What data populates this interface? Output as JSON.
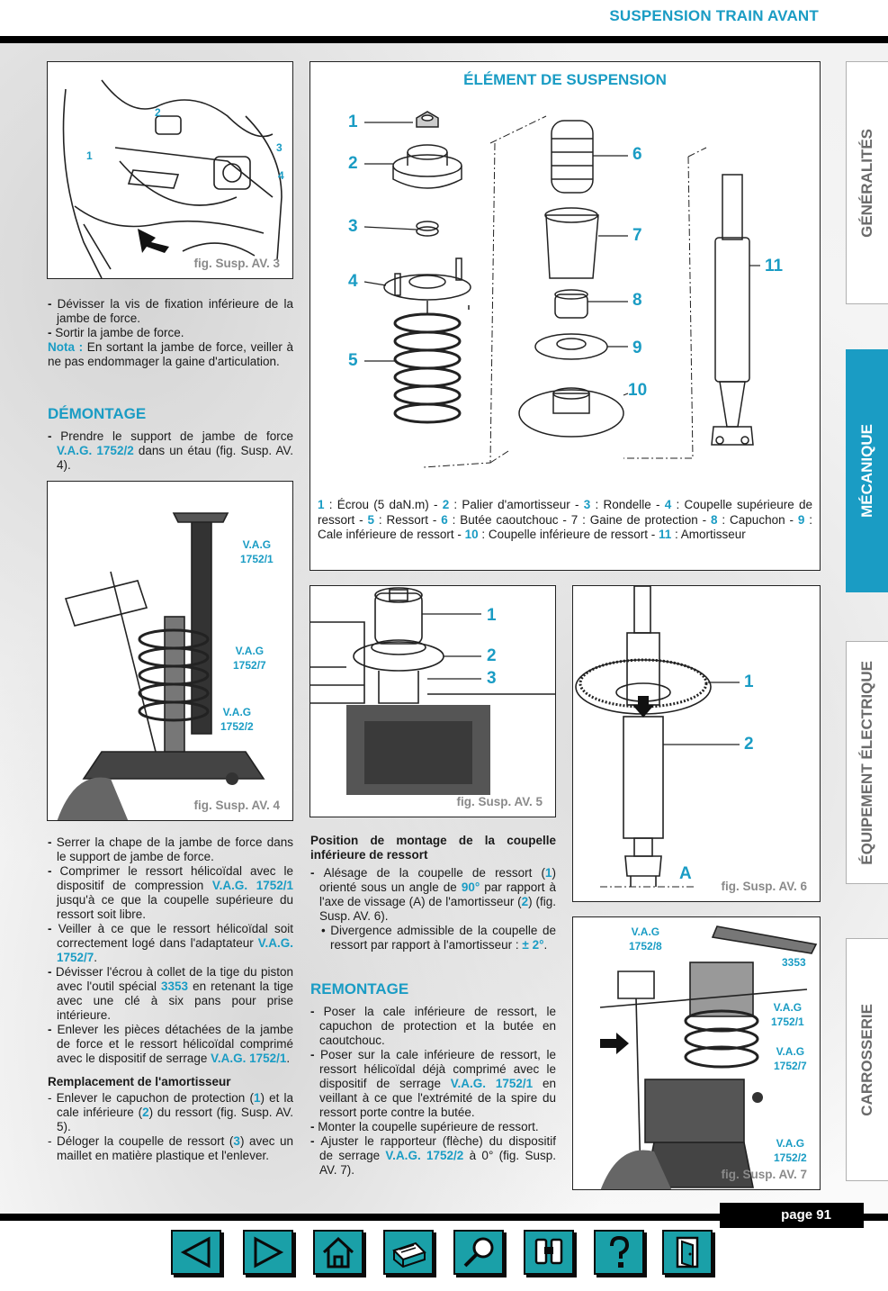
{
  "header": {
    "title": "SUSPENSION TRAIN AVANT"
  },
  "page": {
    "label": "page 91"
  },
  "side_tabs": [
    {
      "label": "GÉNÉRALITÉS",
      "active": false
    },
    {
      "label": "MÉCANIQUE",
      "active": true
    },
    {
      "label": "ÉQUIPEMENT ÉLECTRIQUE",
      "active": false
    },
    {
      "label": "CARROSSERIE",
      "active": false
    }
  ],
  "fig3": {
    "caption": "fig. Susp. AV. 3",
    "labels": [
      "1",
      "2",
      "3",
      "4"
    ]
  },
  "fig4": {
    "caption": "fig. Susp. AV. 4",
    "labels": [
      "V.A.G 1752/1",
      "V.A.G 1752/7",
      "V.A.G 1752/2"
    ]
  },
  "fig5": {
    "caption": "fig. Susp. AV. 5",
    "labels": [
      "1",
      "2",
      "3"
    ]
  },
  "fig6": {
    "caption": "fig. Susp. AV. 6",
    "labels": [
      "1",
      "2",
      "A"
    ]
  },
  "fig7": {
    "caption": "fig. Susp. AV. 7",
    "labels": [
      "V.A.G 1752/8",
      "3353",
      "V.A.G 1752/1",
      "V.A.G 1752/7",
      "V.A.G 1752/2"
    ]
  },
  "exploded": {
    "title": "ÉLÉMENT DE SUSPENSION",
    "numbers": [
      "1",
      "2",
      "3",
      "4",
      "5",
      "6",
      "7",
      "8",
      "9",
      "10",
      "11"
    ],
    "legend": [
      {
        "num": "1",
        "text": " : Écrou (5 daN.m) - "
      },
      {
        "num": "2",
        "text": " : Palier d'amortisseur - "
      },
      {
        "num": "3",
        "text": " : Rondelle - "
      },
      {
        "num": "4",
        "text": " : Coupelle supérieure de ressort - "
      },
      {
        "num": "5",
        "text": " : Ressort - "
      },
      {
        "num": "6",
        "text": " : Butée caoutchouc - 7 : Gaine de protection - "
      },
      {
        "num": "8",
        "text": " : Capuchon - "
      },
      {
        "num": "9",
        "text": " : Cale inférieure de ressort - "
      },
      {
        "num": "10",
        "text": " : Coupelle inférieure de ressort - "
      },
      {
        "num": "11",
        "text": " : Amortisseur"
      }
    ]
  },
  "col1_top": {
    "b1": "Dévisser la vis de fixation inférieure de la jambe de force.",
    "b2": "Sortir la jambe de force.",
    "nota_label": "Nota :",
    "nota_text": " En sortant la jambe de force, veiller à ne pas endommager la gaine d'articulation.",
    "section": "DÉMONTAGE",
    "b3_pre": "Prendre le support de jambe de force ",
    "b3_tool": "V.A.G. 1752/2",
    "b3_post": " dans un étau (fig. Susp. AV. 4)."
  },
  "col1_bottom": {
    "b1": "Serrer la chape de la jambe de force dans le support de jambe de force.",
    "b2_pre": "Comprimer le ressort hélicoïdal avec le dispositif de compression ",
    "b2_tool": "V.A.G. 1752/1",
    "b2_post": " jusqu'à ce que la coupelle supérieure du ressort soit libre.",
    "b3_pre": "Veiller à ce que le ressort hélicoïdal soit correctement logé dans l'adaptateur ",
    "b3_tool": "V.A.G. 1752/7",
    "b3_post": ".",
    "b4_pre": "Dévisser l'écrou à collet de la tige du piston avec l'outil spécial ",
    "b4_tool": "3353",
    "b4_post": " en retenant la tige avec une clé à six pans pour prise intérieure.",
    "b5_pre": "Enlever les pièces détachées de la jambe de force et le ressort hélicoïdal comprimé avec le dispositif de serrage ",
    "b5_tool": "V.A.G. 1752/1",
    "b5_post": ".",
    "subtitle": "Remplacement de l'amortisseur",
    "b6_a": "Enlever le capuchon de protection (",
    "b6_n1": "1",
    "b6_b": ") et la cale inférieure (",
    "b6_n2": "2",
    "b6_c": ") du ressort (fig. Susp. AV. 5).",
    "b7_a": "Déloger la coupelle de ressort (",
    "b7_n": "3",
    "b7_b": ") avec un maillet en matière plastique et l'enlever."
  },
  "col2": {
    "subtitle": "Position de montage de la coupelle inférieure de ressort",
    "b1_a": "Alésage de la coupelle de ressort (",
    "b1_n1": "1",
    "b1_b": ") orienté sous un angle de ",
    "b1_deg": "90°",
    "b1_c": " par rapport à l'axe de vissage (A) de l'amortisseur (",
    "b1_n2": "2",
    "b1_d": ") (fig. Susp. AV. 6).",
    "sb_pre": "Divergence admissible de la coupelle de ressort par rapport à l'amortisseur : ",
    "sb_val": "± 2°",
    "sb_post": ".",
    "section": "REMONTAGE",
    "b2": "Poser la cale inférieure de ressort, le capuchon de protection et la butée en caoutchouc.",
    "b3_pre": "Poser sur la cale inférieure de ressort, le ressort hélicoïdal déjà comprimé avec le dispositif de serrage ",
    "b3_tool": "V.A.G. 1752/1",
    "b3_post": " en veillant à ce que l'extrémité de la spire du ressort porte contre la butée.",
    "b4": "Monter la coupelle supérieure de ressort.",
    "b5_pre": "Ajuster le rapporteur (flèche) du dispositif de serrage ",
    "b5_tool": "V.A.G. 1752/2",
    "b5_post": " à 0° (fig. Susp. AV. 7)."
  },
  "nav": [
    {
      "name": "previous-page-icon"
    },
    {
      "name": "next-page-icon"
    },
    {
      "name": "home-icon"
    },
    {
      "name": "print-icon"
    },
    {
      "name": "search-icon"
    },
    {
      "name": "binoculars-icon"
    },
    {
      "name": "help-icon"
    },
    {
      "name": "exit-icon"
    }
  ],
  "colors": {
    "accent": "#1a9cc4",
    "nav": "#1aa0a8"
  }
}
